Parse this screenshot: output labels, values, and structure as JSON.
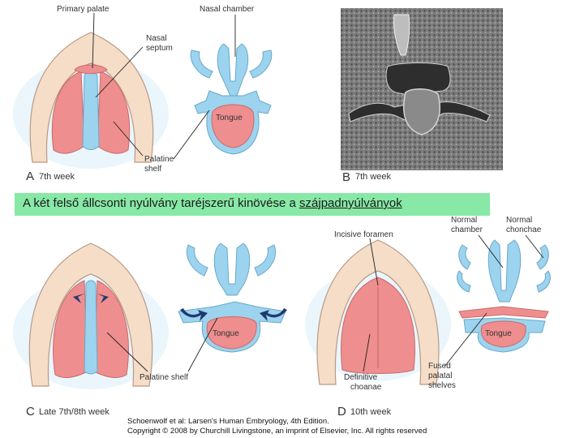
{
  "labels": {
    "primary_palate": "Primary palate",
    "nasal_chamber": "Nasal chamber",
    "nasal_septum_1": "Nasal",
    "nasal_septum_2": "septum",
    "palatine_shelf_1": "Palatine",
    "palatine_shelf_2": "shelf",
    "tongue": "Tongue",
    "incisive_foramen": "Incisive foramen",
    "normal_chamber_1": "Normal",
    "normal_chamber_2": "chamber",
    "normal_chonchae_1": "Normal",
    "normal_chonchae_2": "chonchae",
    "palatine_shelf_c": "Palatine shelf",
    "definitive_choanae_1": "Definitive",
    "definitive_choanae_2": "choanae",
    "fused_1": "Fused",
    "fused_2": "palatal",
    "fused_3": "shelves"
  },
  "panels": {
    "a_letter": "A",
    "a_text": "7th week",
    "b_letter": "B",
    "b_text": "7th week",
    "c_letter": "C",
    "c_text": "Late 7th/8th week",
    "d_letter": "D",
    "d_text": "10th week"
  },
  "caption": {
    "main": "A két felső állcsonti nyúlvány taréjszerű kinövése a ",
    "underlined": "szájpadnyúlványok"
  },
  "credit": {
    "line1": "Schoenwolf et al: Larsen's Human Embryology, 4th Edition.",
    "line2": "Copyright © 2008 by Churchill Livingstone, an imprint of Elsevier, Inc. All rights reserved"
  },
  "colors": {
    "skin": "#f5ddc8",
    "pink": "#ef8e8e",
    "blue": "#9cd3ee",
    "glow": "#eaf6fc",
    "caption_bg": "#88e8a6"
  }
}
